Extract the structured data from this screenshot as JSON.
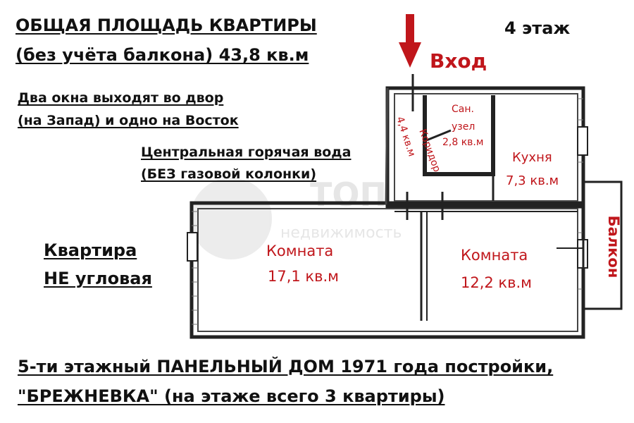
{
  "header": {
    "total_area_line1": "ОБЩАЯ ПЛОЩАДЬ КВАРТИРЫ",
    "total_area_line2": "(без учёта балкона) 43,8 кв.м",
    "floor": "4 этаж"
  },
  "notes": {
    "windows_line1": "Два окна выходят во двор",
    "windows_line2": "(на Запад) и одно на Восток",
    "water_line1": "Центральная горячая вода",
    "water_line2": "(БЕЗ газовой колонки)",
    "corner_line1": "Квартира",
    "corner_line2": "НЕ угловая"
  },
  "plan": {
    "entrance": "Вход",
    "bathroom_line1": "Сан.",
    "bathroom_line2": "узел",
    "bathroom_area": "2,8 кв.м",
    "corridor_name": "Коридор",
    "corridor_area": "4,4 кв.м",
    "kitchen_name": "Кухня",
    "kitchen_area": "7,3 кв.м",
    "room1_name": "Комната",
    "room1_area": "17,1 кв.м",
    "room2_name": "Комната",
    "room2_area": "12,2 кв.м",
    "balcony": "Балкон",
    "accent_color": "#c0161b"
  },
  "watermark": {
    "brand": "ТОП",
    "subtitle": "недвижимость"
  },
  "footer": {
    "line1": "5-ти этажный ПАНЕЛЬНЫЙ ДОМ 1971 года постройки,",
    "line2": "\"БРЕЖНЕВКА\" (на этаже всего 3 квартиры)"
  }
}
